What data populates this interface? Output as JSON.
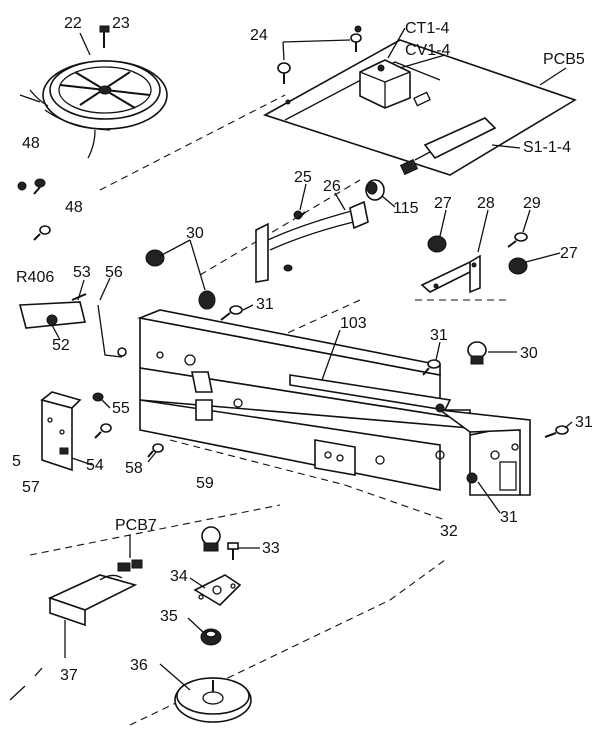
{
  "labels": {
    "l22": "22",
    "l23": "23",
    "l24": "24",
    "lct": "CT1-4",
    "lcv": "CV1-4",
    "lpcb5": "PCB5",
    "ls1": "S1-1-4",
    "l48a": "48",
    "l48b": "48",
    "l25": "25",
    "l26": "26",
    "l115": "115",
    "l27a": "27",
    "l28": "28",
    "l29": "29",
    "l27b": "27",
    "l30a": "30",
    "l31a": "31",
    "l2406": "R406",
    "l53": "53",
    "l56": "56",
    "l52": "52",
    "l103": "103",
    "l31b": "31",
    "l30b": "30",
    "l55": "55",
    "l31c": "31",
    "l5": "5",
    "l57": "57",
    "l54": "54",
    "l58": "58",
    "l59": "59",
    "l32": "32",
    "l31d": "31",
    "lpcb7": "PCB7",
    "l33": "33",
    "l34": "34",
    "l35": "35",
    "l37": "37",
    "l36": "36"
  }
}
